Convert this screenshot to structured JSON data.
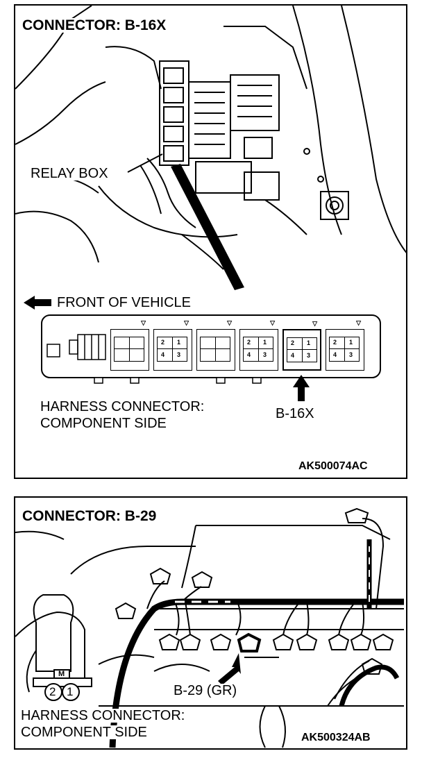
{
  "top_panel": {
    "header": "CONNECTOR: B-16X",
    "relay_box_label": "RELAY BOX",
    "front_label": "FRONT OF VEHICLE",
    "harness_line1": "HARNESS CONNECTOR:",
    "harness_line2": "COMPONENT SIDE",
    "connector_callout": "B-16X",
    "figure_code": "AK500074AC",
    "pins": [
      "2",
      "1",
      "4",
      "3"
    ]
  },
  "bottom_panel": {
    "header": "CONNECTOR: B-29",
    "connector_callout": "B-29 (GR)",
    "harness_line1": "HARNESS CONNECTOR:",
    "harness_line2": "COMPONENT SIDE",
    "figure_code": "AK500324AB",
    "terminal_marker": "M",
    "pin_2": "2",
    "pin_1": "1"
  }
}
